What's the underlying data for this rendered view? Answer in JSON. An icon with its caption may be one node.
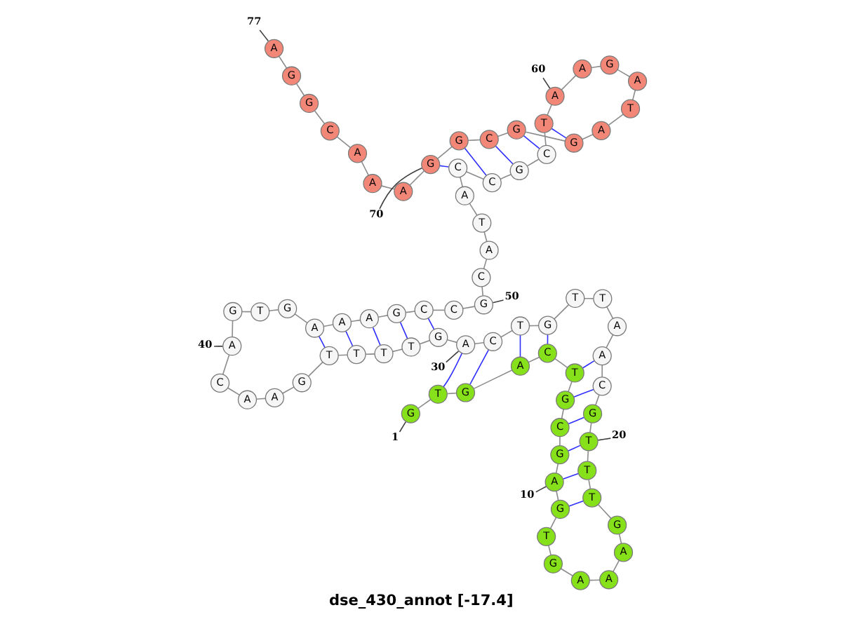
{
  "diagram": {
    "title": "dse_430_annot [-17.4]",
    "nodes": [
      {
        "text": [
          "G"
        ]
      },
      {
        "text": [
          "T"
        ]
      },
      {
        "text": [
          "G"
        ]
      },
      {
        "text": [
          "A"
        ]
      },
      {
        "text": [
          "C"
        ]
      },
      {
        "text": [
          "T"
        ]
      },
      {
        "text": [
          "G"
        ]
      },
      {
        "text": [
          "C"
        ]
      },
      {
        "text": [
          "G"
        ]
      },
      {
        "text": [
          "A"
        ]
      },
      {
        "text": [
          "G"
        ]
      },
      {
        "text": [
          "T"
        ]
      },
      {
        "text": [
          "G"
        ]
      },
      {
        "text": [
          "A"
        ]
      },
      {
        "text": [
          "A"
        ]
      },
      {
        "text": [
          "A"
        ]
      },
      {
        "text": [
          "G"
        ]
      },
      {
        "text": [
          "T"
        ]
      },
      {
        "text": [
          "T"
        ]
      },
      {
        "text": [
          "T"
        ]
      },
      {
        "text": [
          "G"
        ]
      },
      {
        "text": [
          "C"
        ]
      },
      {
        "text": [
          "A"
        ]
      },
      {
        "text": [
          "A"
        ]
      },
      {
        "text": [
          "T"
        ]
      },
      {
        "text": [
          "T"
        ]
      },
      {
        "text": [
          "G"
        ]
      },
      {
        "text": [
          "T"
        ]
      },
      {
        "text": [
          "C"
        ]
      },
      {
        "text": [
          "A"
        ]
      },
      {
        "text": [
          "G"
        ]
      },
      {
        "text": [
          "T"
        ]
      },
      {
        "text": [
          "T"
        ]
      },
      {
        "text": [
          "T"
        ]
      },
      {
        "text": [
          "T"
        ]
      },
      {
        "text": [
          "G"
        ]
      },
      {
        "text": [
          "A"
        ]
      },
      {
        "text": [
          "A"
        ]
      },
      {
        "text": [
          "C"
        ]
      },
      {
        "text": [
          "A"
        ]
      },
      {
        "text": [
          "G"
        ]
      },
      {
        "text": [
          "T"
        ]
      },
      {
        "text": [
          "G"
        ]
      },
      {
        "text": [
          "A"
        ]
      },
      {
        "text": [
          "A"
        ]
      },
      {
        "text": [
          "A"
        ]
      },
      {
        "text": [
          "G"
        ]
      },
      {
        "text": [
          "C"
        ]
      },
      {
        "text": [
          "C"
        ]
      },
      {
        "text": [
          "G"
        ]
      },
      {
        "text": [
          "C"
        ]
      },
      {
        "text": [
          "A"
        ]
      },
      {
        "text": [
          "T"
        ]
      },
      {
        "text": [
          "A"
        ]
      },
      {
        "text": [
          "C"
        ]
      },
      {
        "text": [
          "C"
        ]
      },
      {
        "text": [
          "G"
        ]
      },
      {
        "text": [
          "C"
        ]
      },
      {
        "text": [
          "T"
        ]
      },
      {
        "text": [
          "A"
        ]
      },
      {
        "text": [
          "A"
        ]
      },
      {
        "text": [
          "G"
        ]
      },
      {
        "text": [
          "A"
        ]
      },
      {
        "text": [
          "T"
        ]
      },
      {
        "text": [
          "A"
        ]
      },
      {
        "text": [
          "G"
        ]
      },
      {
        "text": [
          "G"
        ]
      },
      {
        "text": [
          "C"
        ]
      },
      {
        "text": [
          "G"
        ]
      },
      {
        "text": [
          "G"
        ]
      },
      {
        "text": [
          "A"
        ]
      },
      {
        "text": [
          "A"
        ]
      },
      {
        "text": [
          "A"
        ]
      },
      {
        "text": [
          "C"
        ]
      },
      {
        "text": [
          "G"
        ]
      },
      {
        "text": [
          "G"
        ]
      },
      {
        "text": [
          "A"
        ]
      },
      {
        "text": [
          "1"
        ]
      },
      {
        "text": [
          "10"
        ]
      },
      {
        "text": [
          "20"
        ]
      },
      {
        "text": [
          "30"
        ]
      },
      {
        "text": [
          "40"
        ]
      },
      {
        "text": [
          "50"
        ]
      },
      {
        "text": [
          "60"
        ]
      },
      {
        "text": [
          "70"
        ]
      },
      {
        "text": [
          "77"
        ]
      }
    ],
    "edges": [
      {
        "from": 0,
        "to": 1,
        "arrow": "none"
      },
      {
        "from": 1,
        "to": 2,
        "arrow": "none"
      },
      {
        "from": 2,
        "to": 3,
        "arrow": "none"
      },
      {
        "from": 3,
        "to": 4,
        "arrow": "none"
      },
      {
        "from": 4,
        "to": 5,
        "arrow": "none"
      },
      {
        "from": 5,
        "to": 6,
        "arrow": "none"
      },
      {
        "from": 6,
        "to": 7,
        "arrow": "none"
      },
      {
        "from": 7,
        "to": 8,
        "arrow": "none"
      },
      {
        "from": 8,
        "to": 9,
        "arrow": "none"
      },
      {
        "from": 9,
        "to": 10,
        "arrow": "none"
      },
      {
        "from": 10,
        "to": 11,
        "arrow": "none"
      },
      {
        "from": 11,
        "to": 12,
        "arrow": "none"
      },
      {
        "from": 12,
        "to": 13,
        "arrow": "none"
      },
      {
        "from": 13,
        "to": 14,
        "arrow": "none"
      },
      {
        "from": 14,
        "to": 15,
        "arrow": "none"
      },
      {
        "from": 15,
        "to": 16,
        "arrow": "none"
      },
      {
        "from": 16,
        "to": 17,
        "arrow": "none"
      },
      {
        "from": 17,
        "to": 18,
        "arrow": "none"
      },
      {
        "from": 18,
        "to": 19,
        "arrow": "none"
      },
      {
        "from": 19,
        "to": 20,
        "arrow": "none"
      },
      {
        "from": 20,
        "to": 21,
        "arrow": "none"
      },
      {
        "from": 21,
        "to": 22,
        "arrow": "none"
      },
      {
        "from": 22,
        "to": 23,
        "arrow": "none"
      },
      {
        "from": 23,
        "to": 24,
        "arrow": "none"
      },
      {
        "from": 24,
        "to": 25,
        "arrow": "none"
      },
      {
        "from": 25,
        "to": 26,
        "arrow": "none"
      },
      {
        "from": 26,
        "to": 27,
        "arrow": "none"
      },
      {
        "from": 27,
        "to": 28,
        "arrow": "none"
      },
      {
        "from": 28,
        "to": 29,
        "arrow": "none"
      },
      {
        "from": 29,
        "to": 30,
        "arrow": "none"
      },
      {
        "from": 30,
        "to": 31,
        "arrow": "none"
      },
      {
        "from": 31,
        "to": 32,
        "arrow": "none"
      },
      {
        "from": 32,
        "to": 33,
        "arrow": "none"
      },
      {
        "from": 33,
        "to": 34,
        "arrow": "none"
      },
      {
        "from": 34,
        "to": 35,
        "arrow": "none"
      },
      {
        "from": 35,
        "to": 36,
        "arrow": "none"
      },
      {
        "from": 36,
        "to": 37,
        "arrow": "none"
      },
      {
        "from": 37,
        "to": 38,
        "arrow": "none"
      },
      {
        "from": 38,
        "to": 39,
        "arrow": "none"
      },
      {
        "from": 39,
        "to": 40,
        "arrow": "none"
      },
      {
        "from": 40,
        "to": 41,
        "arrow": "none"
      },
      {
        "from": 41,
        "to": 42,
        "arrow": "none"
      },
      {
        "from": 42,
        "to": 43,
        "arrow": "none"
      },
      {
        "from": 43,
        "to": 44,
        "arrow": "none"
      },
      {
        "from": 44,
        "to": 45,
        "arrow": "none"
      },
      {
        "from": 45,
        "to": 46,
        "arrow": "none"
      },
      {
        "from": 46,
        "to": 47,
        "arrow": "none"
      },
      {
        "from": 47,
        "to": 48,
        "arrow": "none"
      },
      {
        "from": 48,
        "to": 49,
        "arrow": "none"
      },
      {
        "from": 49,
        "to": 50,
        "arrow": "none"
      },
      {
        "from": 50,
        "to": 51,
        "arrow": "none"
      },
      {
        "from": 51,
        "to": 52,
        "arrow": "none"
      },
      {
        "from": 52,
        "to": 53,
        "arrow": "none"
      },
      {
        "from": 53,
        "to": 54,
        "arrow": "none"
      },
      {
        "from": 54,
        "to": 55,
        "arrow": "none"
      },
      {
        "from": 55,
        "to": 56,
        "arrow": "none"
      },
      {
        "from": 56,
        "to": 57,
        "arrow": "none"
      },
      {
        "from": 57,
        "to": 58,
        "arrow": "none"
      },
      {
        "from": 58,
        "to": 59,
        "arrow": "none"
      },
      {
        "from": 59,
        "to": 60,
        "arrow": "none"
      },
      {
        "from": 60,
        "to": 61,
        "arrow": "none"
      },
      {
        "from": 61,
        "to": 62,
        "arrow": "none"
      },
      {
        "from": 62,
        "to": 63,
        "arrow": "none"
      },
      {
        "from": 63,
        "to": 64,
        "arrow": "none"
      },
      {
        "from": 64,
        "to": 65,
        "arrow": "none"
      },
      {
        "from": 65,
        "to": 66,
        "arrow": "none"
      },
      {
        "from": 66,
        "to": 67,
        "arrow": "none"
      },
      {
        "from": 67,
        "to": 68,
        "arrow": "none"
      },
      {
        "from": 68,
        "to": 69,
        "arrow": "none"
      },
      {
        "from": 69,
        "to": 70,
        "arrow": "none"
      },
      {
        "from": 70,
        "to": 71,
        "arrow": "none"
      },
      {
        "from": 71,
        "to": 72,
        "arrow": "none"
      },
      {
        "from": 72,
        "to": 73,
        "arrow": "none"
      },
      {
        "from": 73,
        "to": 74,
        "arrow": "none"
      },
      {
        "from": 74,
        "to": 75,
        "arrow": "none"
      },
      {
        "from": 75,
        "to": 76,
        "arrow": "none"
      },
      {
        "from": 1,
        "to": 29,
        "arrow": "none",
        "color": "#3030ff"
      },
      {
        "from": 2,
        "to": 28,
        "arrow": "none",
        "color": "#3030ff"
      },
      {
        "from": 3,
        "to": 27,
        "arrow": "none",
        "color": "#3030ff"
      },
      {
        "from": 4,
        "to": 26,
        "arrow": "none",
        "color": "#3030ff"
      },
      {
        "from": 5,
        "to": 22,
        "arrow": "none",
        "color": "#3030ff"
      },
      {
        "from": 6,
        "to": 21,
        "arrow": "none",
        "color": "#3030ff"
      },
      {
        "from": 7,
        "to": 20,
        "arrow": "none",
        "color": "#3030ff"
      },
      {
        "from": 8,
        "to": 19,
        "arrow": "none",
        "color": "#3030ff"
      },
      {
        "from": 9,
        "to": 18,
        "arrow": "none",
        "color": "#3030ff"
      },
      {
        "from": 10,
        "to": 17,
        "arrow": "none",
        "color": "#3030ff"
      },
      {
        "from": 30,
        "to": 47,
        "arrow": "none",
        "color": "#3030ff"
      },
      {
        "from": 31,
        "to": 46,
        "arrow": "none",
        "color": "#3030ff"
      },
      {
        "from": 32,
        "to": 45,
        "arrow": "none",
        "color": "#3030ff"
      },
      {
        "from": 33,
        "to": 44,
        "arrow": "none",
        "color": "#3030ff"
      },
      {
        "from": 34,
        "to": 43,
        "arrow": "none",
        "color": "#3030ff"
      },
      {
        "from": 54,
        "to": 69,
        "arrow": "none",
        "color": "#3030ff"
      },
      {
        "from": 55,
        "to": 68,
        "arrow": "none",
        "color": "#3030ff"
      },
      {
        "from": 56,
        "to": 67,
        "arrow": "none",
        "color": "#3030ff"
      },
      {
        "from": 57,
        "to": 66,
        "arrow": "none",
        "color": "#3030ff"
      },
      {
        "from": 58,
        "to": 65,
        "arrow": "none",
        "color": "#3030ff"
      },
      {
        "from": 77,
        "to": 0,
        "arrow": "none",
        "color": "#404040"
      },
      {
        "from": 78,
        "to": 9,
        "arrow": "none",
        "color": "#404040"
      },
      {
        "from": 79,
        "to": 19,
        "arrow": "none",
        "color": "#404040"
      },
      {
        "from": 80,
        "to": 29,
        "arrow": "none",
        "color": "#404040"
      },
      {
        "from": 81,
        "to": 39,
        "arrow": "none",
        "color": "#404040"
      },
      {
        "from": 82,
        "to": 49,
        "arrow": "none",
        "color": "#404040"
      },
      {
        "from": 83,
        "to": 59,
        "arrow": "none",
        "color": "#404040"
      },
      {
        "from": 84,
        "to": 69,
        "arrow": "none",
        "color": "#404040"
      },
      {
        "from": 85,
        "to": 76,
        "arrow": "none",
        "color": "#404040"
      }
    ]
  }
}
